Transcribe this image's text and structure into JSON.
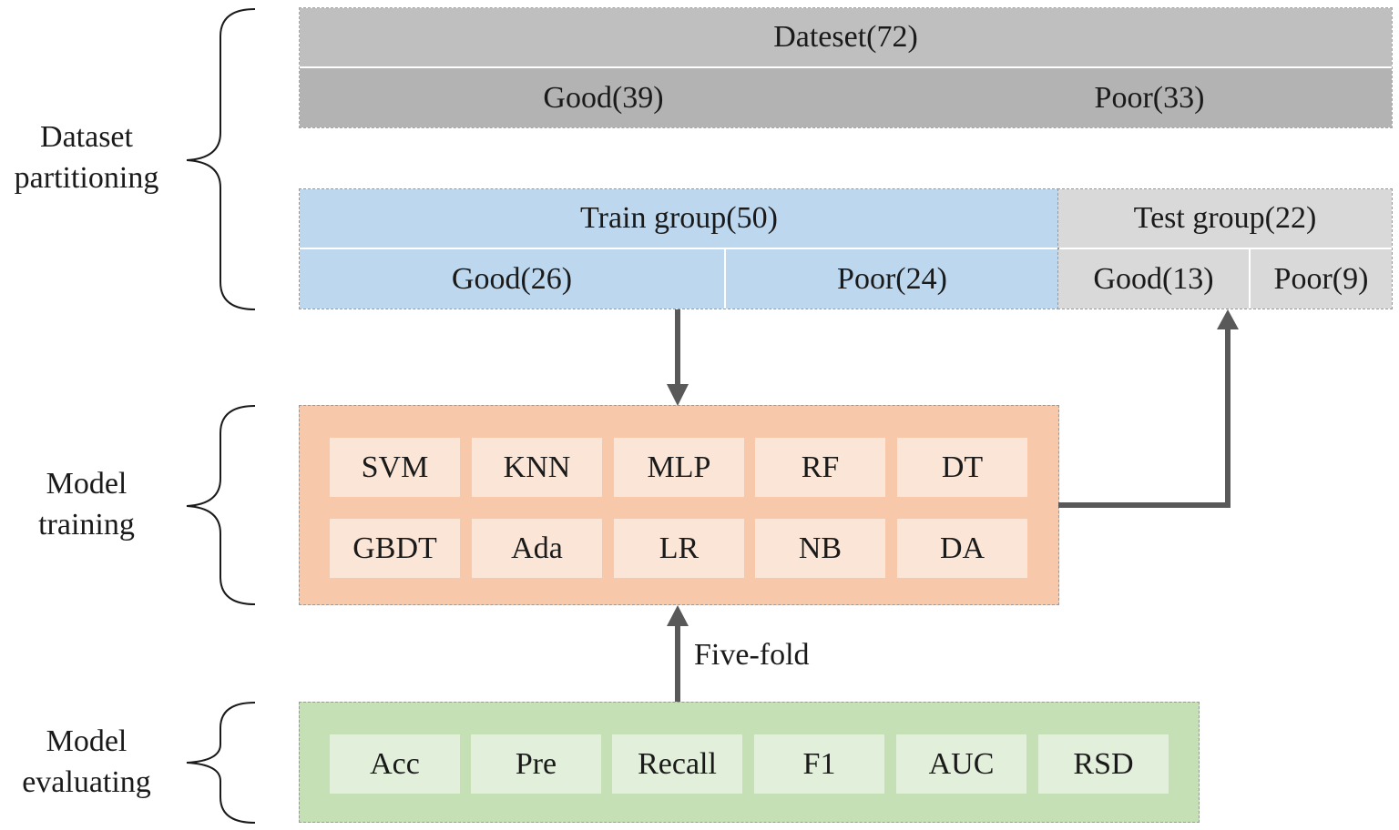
{
  "side_labels": {
    "dataset_partitioning": [
      "Dataset",
      "partitioning"
    ],
    "model_training": [
      "Model",
      "training"
    ],
    "model_evaluating": [
      "Model",
      "evaluating"
    ]
  },
  "dataset": {
    "title": "Dateset(72)",
    "good": "Good(39)",
    "poor": "Poor(33)"
  },
  "train_group": {
    "title": "Train group(50)",
    "good": "Good(26)",
    "poor": "Poor(24)"
  },
  "test_group": {
    "title": "Test group(22)",
    "good": "Good(13)",
    "poor": "Poor(9)"
  },
  "models": [
    "SVM",
    "KNN",
    "MLP",
    "RF",
    "DT",
    "GBDT",
    "Ada",
    "LR",
    "NB",
    "DA"
  ],
  "metrics": [
    "Acc",
    "Pre",
    "Recall",
    "F1",
    "AUC",
    "RSD"
  ],
  "arrow_label": "Five-fold",
  "colors": {
    "dataset_top": "#bfbfbf",
    "dataset_bottom": "#b2b2b2",
    "train": "#bdd7ee",
    "test": "#d9d9d9",
    "model_frame": "#f7c8aa",
    "model_chip": "#fbe5d6",
    "metric_frame": "#c5e0b4",
    "metric_chip": "#e2efda",
    "arrow": "#595959"
  }
}
